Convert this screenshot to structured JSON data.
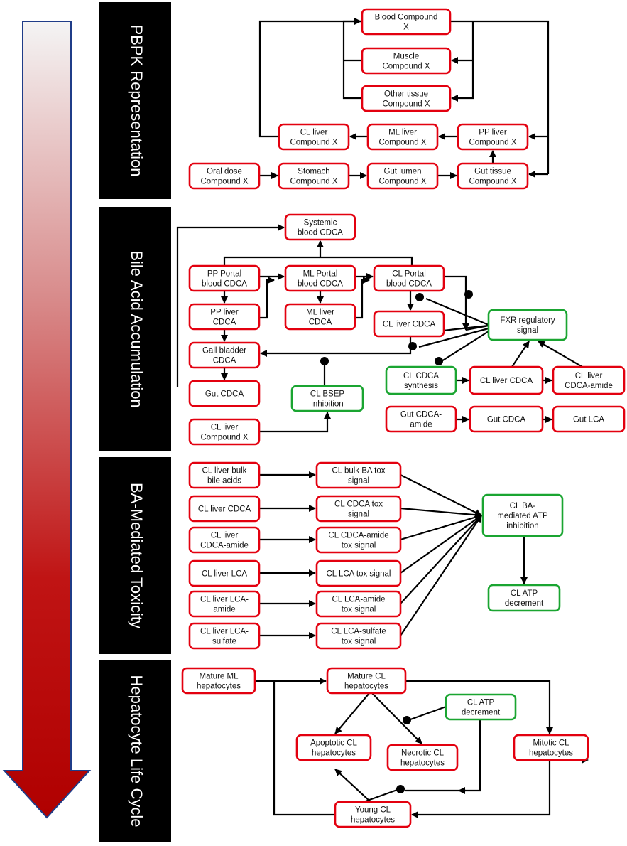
{
  "sections": [
    {
      "id": "pbpk",
      "label": "PBPK Representation"
    },
    {
      "id": "bile",
      "label": "Bile Acid Accumulation"
    },
    {
      "id": "tox",
      "label": "BA-Mediated Toxicity"
    },
    {
      "id": "life",
      "label": "Hepatocyte Life Cycle"
    }
  ],
  "nodes": {
    "blood_x": {
      "lines": [
        "Blood  Compound",
        "X"
      ],
      "color": "red"
    },
    "muscle_x": {
      "lines": [
        "Muscle",
        "Compound X"
      ],
      "color": "red"
    },
    "other_x": {
      "lines": [
        "Other tissue",
        "Compound X"
      ],
      "color": "red"
    },
    "cl_liver_x": {
      "lines": [
        "CL liver",
        "Compound X"
      ],
      "color": "red"
    },
    "ml_liver_x": {
      "lines": [
        "ML liver",
        "Compound X"
      ],
      "color": "red"
    },
    "pp_liver_x": {
      "lines": [
        "PP liver",
        "Compound X"
      ],
      "color": "red"
    },
    "oral_x": {
      "lines": [
        "Oral dose",
        "Compound X"
      ],
      "color": "red"
    },
    "stomach_x": {
      "lines": [
        "Stomach",
        "Compound X"
      ],
      "color": "red"
    },
    "gut_lumen_x": {
      "lines": [
        "Gut lumen",
        "Compound X"
      ],
      "color": "red"
    },
    "gut_tissue_x": {
      "lines": [
        "Gut tissue",
        "Compound X"
      ],
      "color": "red"
    },
    "sys_cdca": {
      "lines": [
        "Systemic",
        "blood CDCA"
      ],
      "color": "red"
    },
    "pp_portal": {
      "lines": [
        "PP Portal",
        "blood CDCA"
      ],
      "color": "red"
    },
    "ml_portal": {
      "lines": [
        "ML Portal",
        "blood CDCA"
      ],
      "color": "red"
    },
    "cl_portal": {
      "lines": [
        "CL Portal",
        "blood CDCA"
      ],
      "color": "red"
    },
    "pp_liver_cdca": {
      "lines": [
        "PP liver",
        "CDCA"
      ],
      "color": "red"
    },
    "ml_liver_cdca": {
      "lines": [
        "ML liver",
        "CDCA"
      ],
      "color": "red"
    },
    "cl_liver_cdca1": {
      "lines": [
        "CL liver CDCA"
      ],
      "color": "red"
    },
    "fxr": {
      "lines": [
        "FXR regulatory",
        "signal"
      ],
      "color": "green"
    },
    "gall_cdca": {
      "lines": [
        "Gall bladder",
        "CDCA"
      ],
      "color": "red"
    },
    "gut_cdca1": {
      "lines": [
        "Gut CDCA"
      ],
      "color": "red"
    },
    "cl_bsep": {
      "lines": [
        "CL BSEP",
        "inhibition"
      ],
      "color": "green"
    },
    "cl_liver_x2": {
      "lines": [
        "CL liver",
        "Compound X"
      ],
      "color": "red"
    },
    "cl_cdca_syn": {
      "lines": [
        "CL CDCA",
        "synthesis"
      ],
      "color": "green"
    },
    "cl_liver_cdca2": {
      "lines": [
        "CL liver CDCA"
      ],
      "color": "red"
    },
    "cl_liver_cdca_amide": {
      "lines": [
        "CL liver",
        "CDCA-amide"
      ],
      "color": "red"
    },
    "gut_cdca_amide": {
      "lines": [
        "Gut CDCA-",
        "amide"
      ],
      "color": "red"
    },
    "gut_cdca2": {
      "lines": [
        "Gut CDCA"
      ],
      "color": "red"
    },
    "gut_lca": {
      "lines": [
        "Gut LCA"
      ],
      "color": "red"
    },
    "t_bulk": {
      "lines": [
        "CL liver bulk",
        "bile acids"
      ],
      "color": "red"
    },
    "t_cdca": {
      "lines": [
        "CL liver CDCA"
      ],
      "color": "red"
    },
    "t_cdca_amide": {
      "lines": [
        "CL liver",
        "CDCA-amide"
      ],
      "color": "red"
    },
    "t_lca": {
      "lines": [
        "CL liver LCA"
      ],
      "color": "red"
    },
    "t_lca_amide": {
      "lines": [
        "CL liver LCA-",
        "amide"
      ],
      "color": "red"
    },
    "t_lca_sulfate": {
      "lines": [
        "CL liver LCA-",
        "sulfate"
      ],
      "color": "red"
    },
    "s_bulk": {
      "lines": [
        "CL bulk BA tox",
        "signal"
      ],
      "color": "red"
    },
    "s_cdca": {
      "lines": [
        "CL CDCA tox",
        "signal"
      ],
      "color": "red"
    },
    "s_cdca_amide": {
      "lines": [
        "CL CDCA-amide",
        "tox signal"
      ],
      "color": "red"
    },
    "s_lca": {
      "lines": [
        "CL LCA tox signal"
      ],
      "color": "red"
    },
    "s_lca_amide": {
      "lines": [
        "CL LCA-amide",
        "tox signal"
      ],
      "color": "red"
    },
    "s_lca_sulfate": {
      "lines": [
        "CL LCA-sulfate",
        "tox signal"
      ],
      "color": "red"
    },
    "atp_inhib": {
      "lines": [
        "CL BA-",
        "mediated ATP",
        "inhibition"
      ],
      "color": "green"
    },
    "atp_dec1": {
      "lines": [
        "CL ATP",
        "decrement"
      ],
      "color": "green"
    },
    "mature_ml": {
      "lines": [
        "Mature ML",
        "hepatocytes"
      ],
      "color": "red"
    },
    "mature_cl": {
      "lines": [
        "Mature CL",
        "hepatocytes"
      ],
      "color": "red"
    },
    "atp_dec2": {
      "lines": [
        "CL ATP",
        "decrement"
      ],
      "color": "green"
    },
    "apoptotic": {
      "lines": [
        "Apoptotic CL",
        "hepatocytes"
      ],
      "color": "red"
    },
    "necrotic": {
      "lines": [
        "Necrotic CL",
        "hepatocytes"
      ],
      "color": "red"
    },
    "mitotic": {
      "lines": [
        "Mitotic CL",
        "hepatocytes"
      ],
      "color": "red"
    },
    "young": {
      "lines": [
        "Young CL",
        "hepatocytes"
      ],
      "color": "red"
    }
  }
}
